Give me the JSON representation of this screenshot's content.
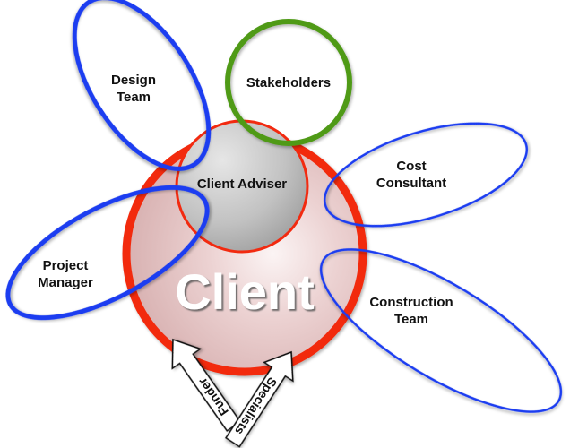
{
  "diagram": {
    "center": {
      "label": "Client",
      "inner_label": "Client Adviser"
    },
    "groups": [
      {
        "id": "design-team",
        "lines": [
          "Design",
          "Team"
        ],
        "color": "#1a3cf0"
      },
      {
        "id": "stakeholders",
        "lines": [
          "Stakeholders"
        ],
        "color": "#4f9a18"
      },
      {
        "id": "project-manager",
        "lines": [
          "Project",
          "Manager"
        ],
        "color": "#1a3cf0"
      },
      {
        "id": "cost-consultant",
        "lines": [
          "Cost",
          "Consultant"
        ],
        "color": "#1a3cf0"
      },
      {
        "id": "construction-team",
        "lines": [
          "Construction",
          "Team"
        ],
        "color": "#1a3cf0"
      }
    ],
    "arrows": [
      {
        "id": "funder",
        "label": "Funder"
      },
      {
        "id": "specialists",
        "label": "Specialists"
      }
    ],
    "colors": {
      "client_ring": "#f22a10",
      "client_fill": "#e9c9c9",
      "adviser_fill": "#b9b9b9"
    }
  }
}
